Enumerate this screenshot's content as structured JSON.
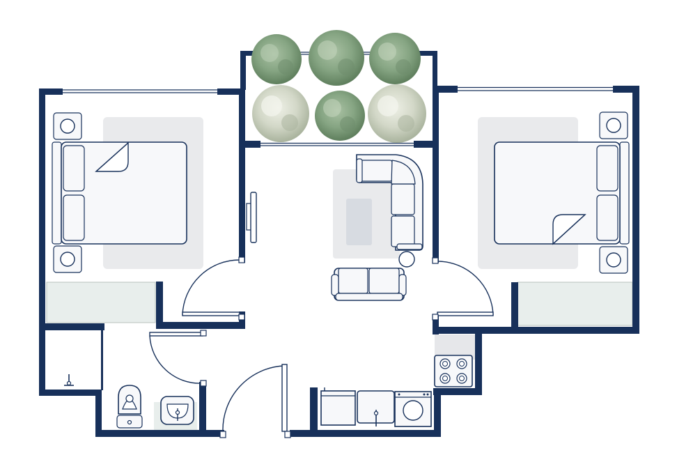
{
  "plan": {
    "colors": {
      "wall": "#17305a",
      "rug": "#e9eaec",
      "counter": "#e8eeec",
      "kitchen_floor": "#e6e7ea",
      "shrub_dark": "#7f9e7c",
      "shrub_light": "#c5cfbf"
    },
    "rooms": [
      "bedroom-left",
      "bedroom-right",
      "living-room",
      "balcony-garden",
      "bathroom",
      "closet",
      "kitchen"
    ],
    "icons": [
      "bed-icon",
      "nightstand-icon",
      "sofa-icon",
      "toilet-icon",
      "sink-icon",
      "stove-icon",
      "washing-machine-icon",
      "plant-icon",
      "tv-icon",
      "door-icon",
      "window-icon"
    ]
  }
}
